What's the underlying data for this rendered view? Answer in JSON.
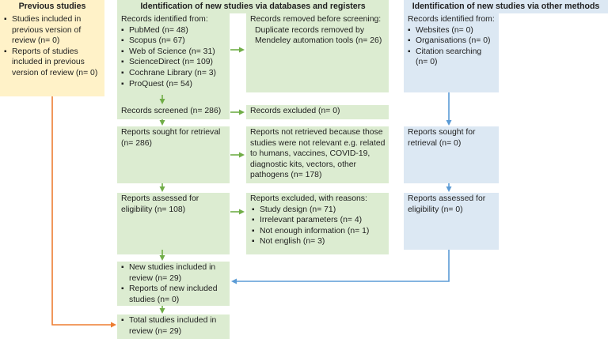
{
  "headers": {
    "previous": "Previous studies",
    "databases": "Identification of new studies via databases and registers",
    "other": "Identification of new studies via other methods"
  },
  "previous_box": {
    "items": [
      "Studies included in previous version of review (n= 0)",
      "Reports of studies included in previous version of review (n= 0)"
    ]
  },
  "identified": {
    "title": "Records identified from:",
    "items": [
      "PubMed (n= 48)",
      "Scopus (n= 67)",
      "Web of Science (n= 31)",
      "ScienceDirect (n= 109)",
      "Cochrane Library (n= 3)",
      "ProQuest (n= 54)"
    ]
  },
  "removed": {
    "title": "Records removed before screening:",
    "detail": "Duplicate records removed by Mendeley automation tools (n= 26)"
  },
  "screened": {
    "text": "Records screened (n= 286)"
  },
  "excluded": {
    "text": "Records excluded (n= 0)"
  },
  "sought": {
    "text": "Reports sought for retrieval (n= 286)"
  },
  "not_retrieved": {
    "text": "Reports not retrieved because those studies were not relevant e.g. related to humans, vaccines, COVID-19, diagnostic kits, vectors, other pathogens (n= 178)"
  },
  "assessed": {
    "text": "Reports assessed for eligibility (n= 108)"
  },
  "reports_excluded": {
    "title": "Reports excluded, with reasons:",
    "items": [
      "Study design (n= 71)",
      "Irrelevant parameters (n= 4)",
      "Not enough information (n= 1)",
      "Not english (n= 3)"
    ]
  },
  "new_included": {
    "items": [
      "New studies included in review (n= 29)",
      "Reports of new included studies (n= 0)"
    ]
  },
  "total": {
    "items": [
      "Total studies included in review (n= 29)"
    ]
  },
  "other_identified": {
    "title": "Records identified from:",
    "items": [
      "Websites (n= 0)",
      "Organisations (n= 0)",
      "Citation searching (n= 0)"
    ]
  },
  "other_sought": {
    "text": "Reports sought for retrieval (n= 0)"
  },
  "other_assessed": {
    "text": "Reports assessed for eligibility (n= 0)"
  },
  "colors": {
    "green_box": "#dcecd1",
    "yellow_box": "#fff2c8",
    "blue_box": "#dce8f3",
    "green_arrow": "#70ad47",
    "blue_arrow": "#5b9bd5",
    "orange_arrow": "#ed7d31"
  }
}
